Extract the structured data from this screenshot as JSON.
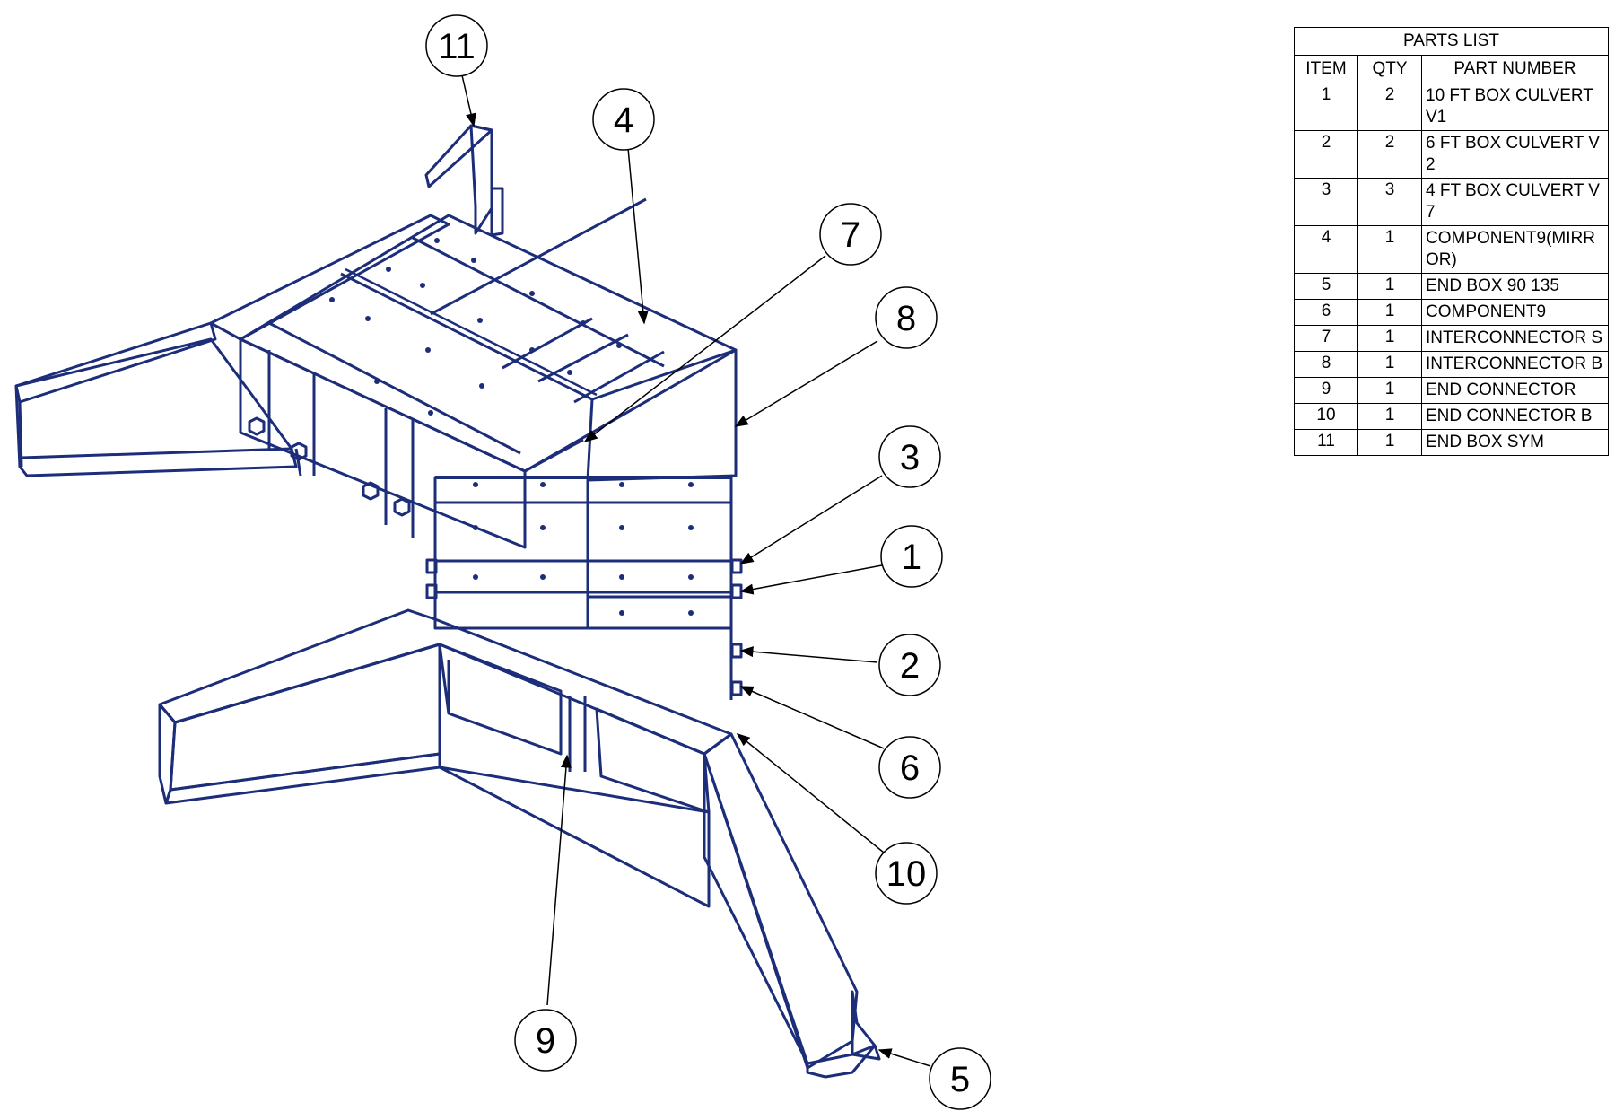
{
  "colors": {
    "line": "#1c2d7a",
    "leader": "#000000"
  },
  "parts_list": {
    "title": "PARTS LIST",
    "headers": {
      "item": "ITEM",
      "qty": "QTY",
      "part_number": "PART NUMBER"
    },
    "rows": [
      {
        "item": "1",
        "qty": "2",
        "part": "10 FT BOX CULVERT V1"
      },
      {
        "item": "2",
        "qty": "2",
        "part": "6 FT BOX CULVERT V2"
      },
      {
        "item": "3",
        "qty": "3",
        "part": "4 FT BOX CULVERT V7"
      },
      {
        "item": "4",
        "qty": "1",
        "part": "COMPONENT9(MIRROR)"
      },
      {
        "item": "5",
        "qty": "1",
        "part": "END BOX 90 135"
      },
      {
        "item": "6",
        "qty": "1",
        "part": "COMPONENT9"
      },
      {
        "item": "7",
        "qty": "1",
        "part": "INTERCONNECTOR S"
      },
      {
        "item": "8",
        "qty": "1",
        "part": "INTERCONNECTOR B"
      },
      {
        "item": "9",
        "qty": "1",
        "part": "END CONNECTOR"
      },
      {
        "item": "10",
        "qty": "1",
        "part": "END CONNECTOR B"
      },
      {
        "item": "11",
        "qty": "1",
        "part": "END BOX SYM"
      }
    ]
  },
  "balloons": {
    "b11": "11",
    "b4": "4",
    "b7": "7",
    "b8": "8",
    "b3": "3",
    "b1": "1",
    "b2": "2",
    "b6": "6",
    "b10": "10",
    "b9": "9",
    "b5": "5"
  }
}
